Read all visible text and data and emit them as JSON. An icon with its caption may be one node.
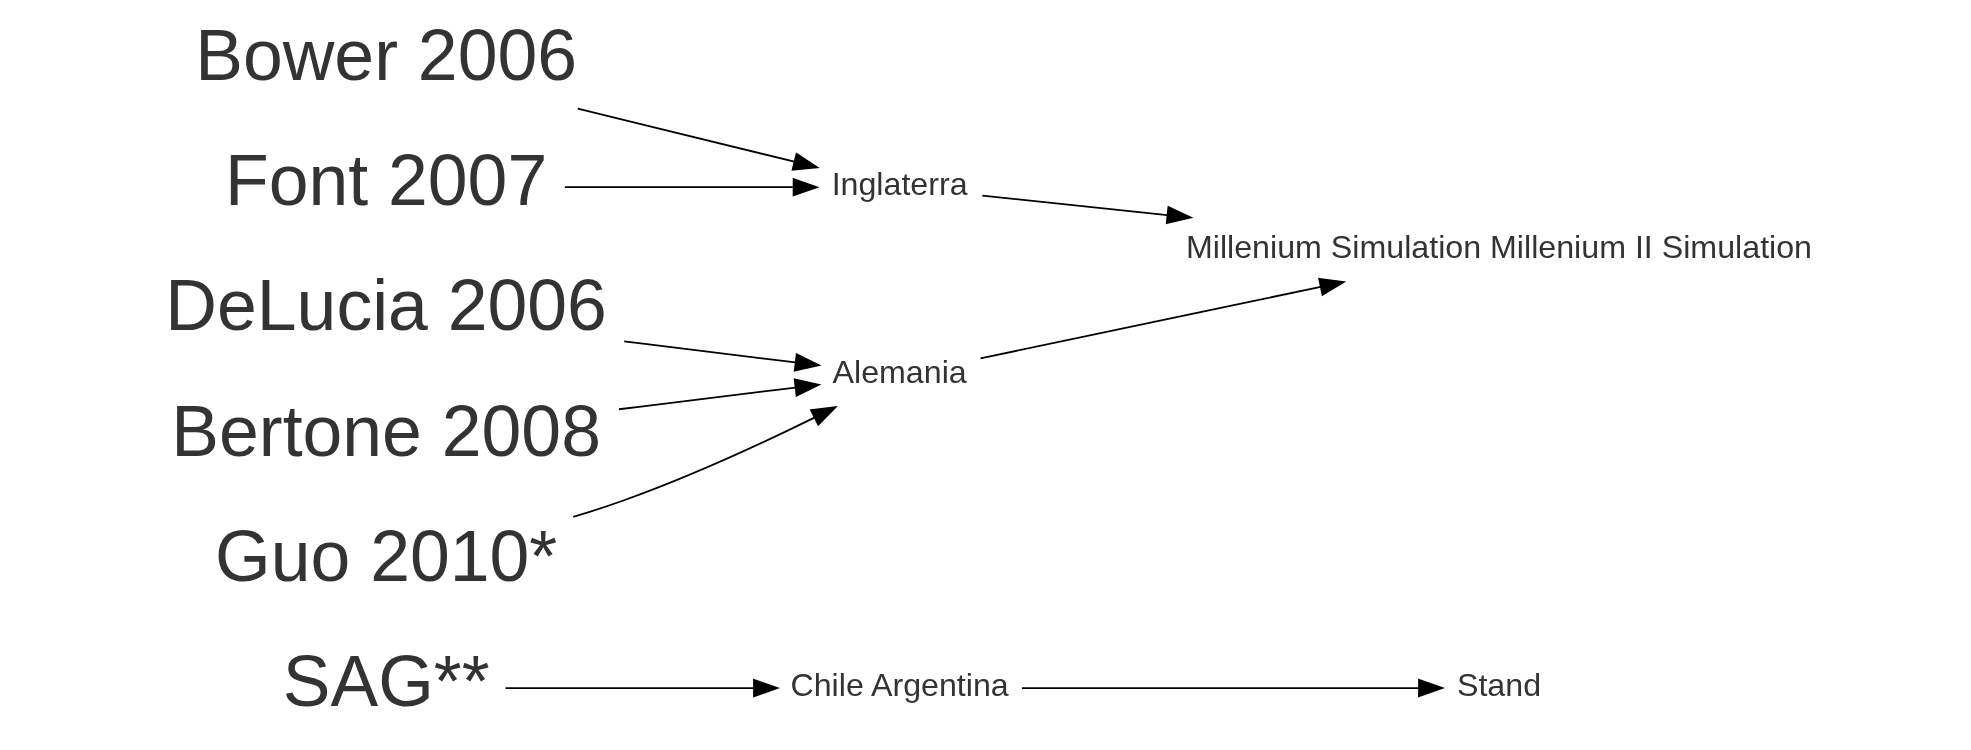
{
  "diagram": {
    "nodes": [
      {
        "text": [
          "Bower 2006"
        ]
      },
      {
        "text": [
          "Font 2007"
        ]
      },
      {
        "text": [
          "DeLucia 2006"
        ]
      },
      {
        "text": [
          "Bertone 2008"
        ]
      },
      {
        "text": [
          "Guo 2010*"
        ]
      },
      {
        "text": [
          "SAG**"
        ]
      },
      {
        "text": [
          "Inglaterra"
        ]
      },
      {
        "text": [
          "Alemania"
        ]
      },
      {
        "text": [
          "Chile Argentina"
        ]
      },
      {
        "text": [
          "Millenium Simulation Millenium II Simulation"
        ]
      },
      {
        "text": [
          "Stand"
        ]
      }
    ],
    "edges": [
      {
        "from": 0,
        "to": 6,
        "arrow": "to"
      },
      {
        "from": 1,
        "to": 6,
        "arrow": "to"
      },
      {
        "from": 2,
        "to": 7,
        "arrow": "to"
      },
      {
        "from": 3,
        "to": 7,
        "arrow": "to"
      },
      {
        "from": 4,
        "to": 7,
        "arrow": "to"
      },
      {
        "from": 5,
        "to": 8,
        "arrow": "to"
      },
      {
        "from": 6,
        "to": 9,
        "arrow": "to"
      },
      {
        "from": 7,
        "to": 9,
        "arrow": "to"
      },
      {
        "from": 8,
        "to": 10,
        "arrow": "to"
      }
    ]
  }
}
